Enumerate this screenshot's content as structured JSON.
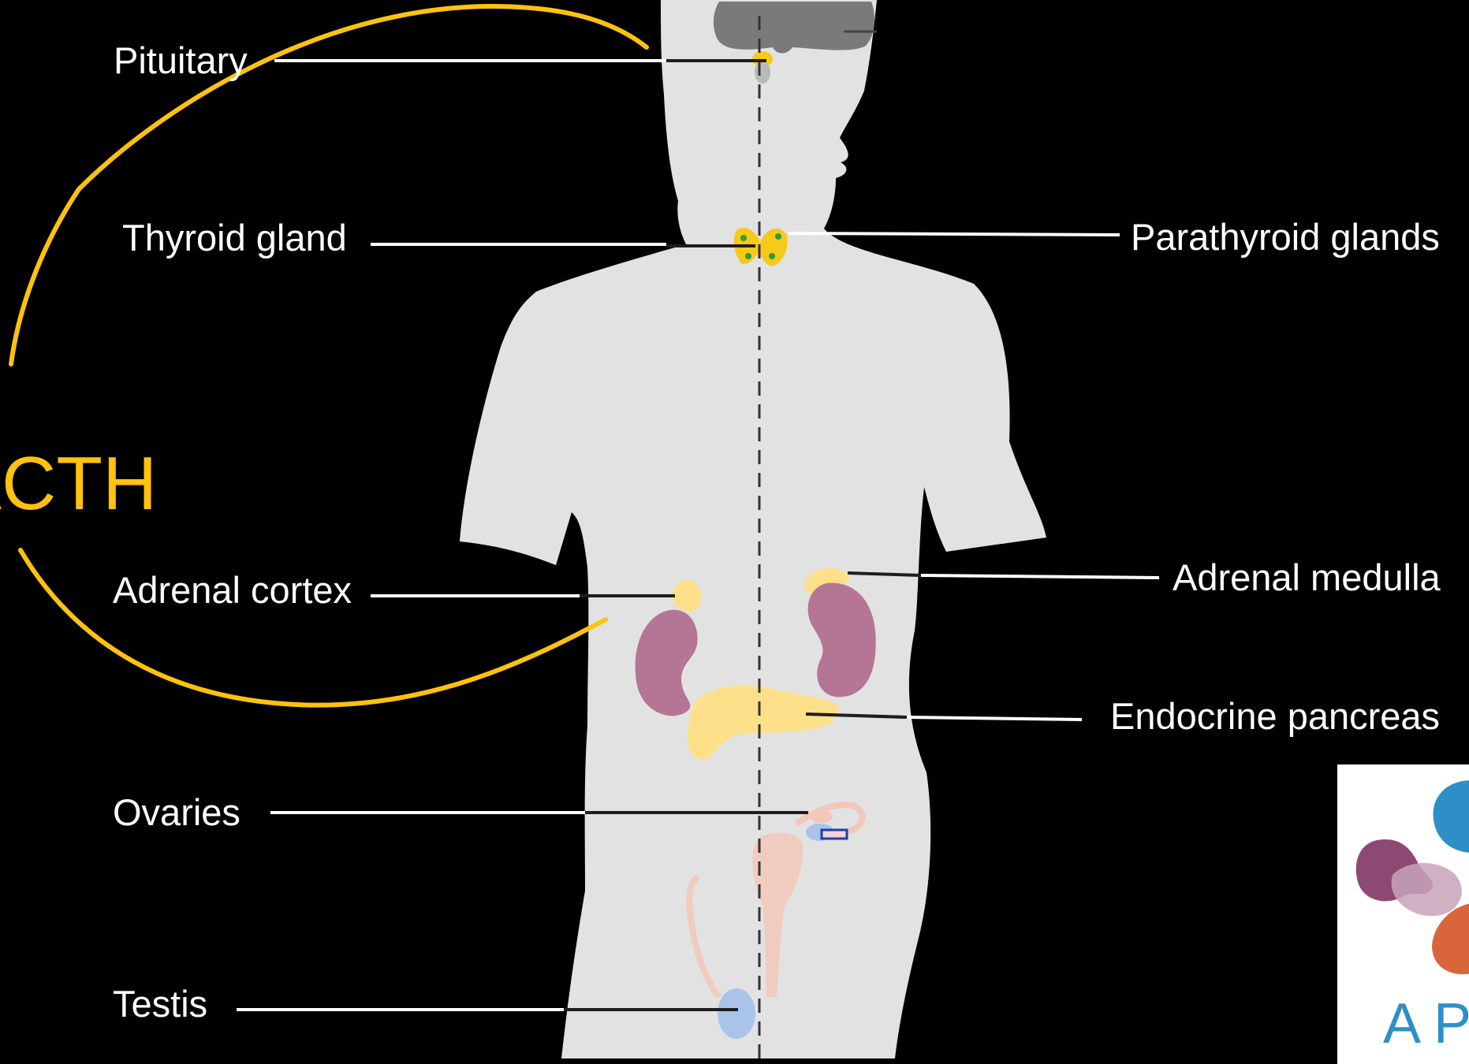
{
  "hormone_label": "ACTH",
  "labels": {
    "pituitary": "Pituitary",
    "thyroid": "Thyroid gland",
    "parathyroid": "Parathyroid glands",
    "adrenal_cortex": "Adrenal cortex",
    "adrenal_medulla": "Adrenal medulla",
    "endocrine_pancreas": "Endocrine pancreas",
    "ovaries": "Ovaries",
    "testis": "Testis"
  },
  "logo": {
    "text": "AP"
  },
  "colors": {
    "background": "#000000",
    "body": "#E2E2E2",
    "arrow": "#FFC20E",
    "gland": "#F7C919",
    "adrenal": "#FEE08A",
    "kidney": "#B57594",
    "brain": "#7A7A7A",
    "reproductive": "#F2C7B8",
    "testis": "#A9C4E8"
  }
}
